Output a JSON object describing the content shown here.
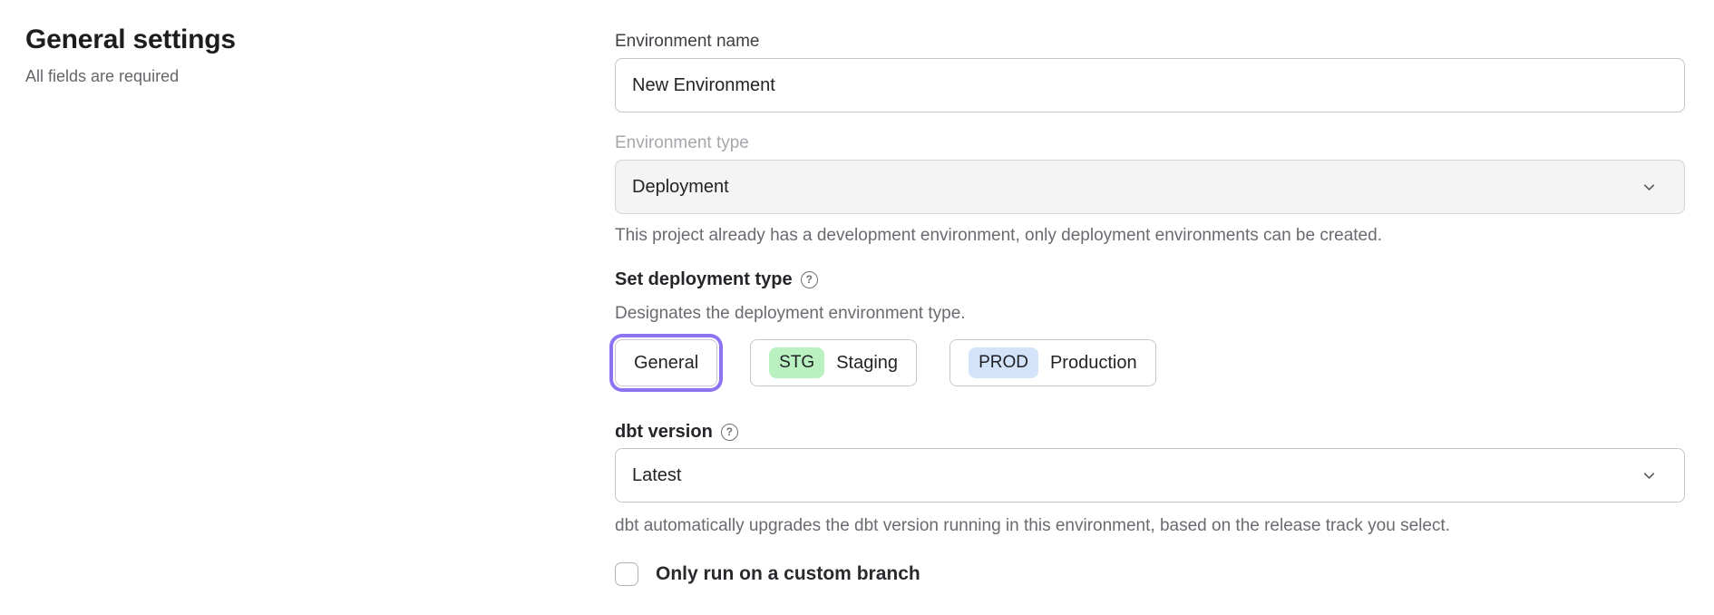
{
  "page": {
    "title": "General settings",
    "subtitle": "All fields are required"
  },
  "form": {
    "environment_name": {
      "label": "Environment name",
      "value": "New Environment"
    },
    "environment_type": {
      "label": "Environment type",
      "value": "Deployment",
      "state": "disabled",
      "helper": "This project already has a development environment, only deployment environments can be created."
    },
    "deployment_type": {
      "label": "Set deployment type",
      "description": "Designates the deployment environment type.",
      "options": [
        {
          "label": "General",
          "selected": true
        },
        {
          "badge": "STG",
          "label": "Staging",
          "selected": false
        },
        {
          "badge": "PROD",
          "label": "Production",
          "selected": false
        }
      ]
    },
    "dbt_version": {
      "label": "dbt version",
      "value": "Latest",
      "helper": "dbt automatically upgrades the dbt version running in this environment, based on the release track you select."
    },
    "custom_branch": {
      "label": "Only run on a custom branch",
      "checked": false
    }
  },
  "icons": {
    "help_glyph": "?"
  },
  "colors": {
    "selected_focus_ring": "#8b73f2",
    "staging_badge_bg": "#b9f1c1",
    "production_badge_bg": "#d2e3fa",
    "disabled_select_bg": "#f4f4f5",
    "border": "#c6c6c9",
    "helper_text": "#6a6a70"
  }
}
